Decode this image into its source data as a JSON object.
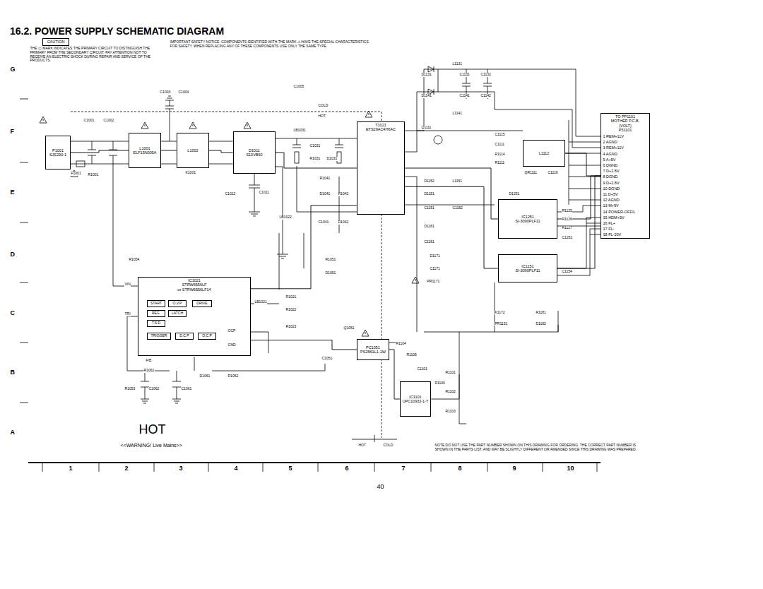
{
  "diagram": {
    "title": "16.2. POWER SUPPLY SCHEMATIC DIAGRAM",
    "nodes": [
      {
        "text": [
          "CAUTION"
        ]
      },
      {
        "text": [
          "P1001",
          "SJS290-1"
        ]
      },
      {
        "text": [
          "L1001",
          "ELF15N005A"
        ]
      },
      {
        "text": [
          "L1002"
        ]
      },
      {
        "text": [
          "D1011",
          "S10VB60"
        ]
      },
      {
        "text": [
          "T1021",
          "ETS29AC4H6AC"
        ]
      },
      {
        "text": [
          "IC1021",
          "STRW6556LF",
          "or STRW6556LF14"
        ]
      },
      {
        "text": [
          "START"
        ],
        "in": 6
      },
      {
        "text": [
          "O.V.P"
        ],
        "in": 6
      },
      {
        "text": [
          "REG."
        ],
        "in": 6
      },
      {
        "text": [
          "LATCH"
        ],
        "in": 6
      },
      {
        "text": [
          "T.S.D"
        ],
        "in": 6
      },
      {
        "text": [
          "DRIVE"
        ],
        "in": 6
      },
      {
        "text": [
          "TRIGGER"
        ],
        "in": 6
      },
      {
        "text": [
          "D.C.P"
        ],
        "in": 6
      },
      {
        "text": [
          "O.C.P"
        ],
        "in": 6
      },
      {
        "text": [
          "PC1051",
          "PS2561L1-1W"
        ]
      },
      {
        "text": [
          "IC1101",
          "UPC1093J-1-T"
        ]
      },
      {
        "text": [
          "L1112"
        ]
      },
      {
        "text": [
          "IC1251",
          "SI-3090PLF11"
        ]
      },
      {
        "text": [
          "IC1151",
          "SI-3090PLF11"
        ]
      },
      {
        "text": [
          "TO PP1101",
          "MOTHER P.C.B.",
          "(VOLT)",
          "P51101"
        ]
      }
    ],
    "edges": [
      {
        "from": 1,
        "to": 2,
        "arrow": "none"
      },
      {
        "from": 2,
        "to": 3,
        "arrow": "none"
      },
      {
        "from": 3,
        "to": 4,
        "arrow": "none"
      },
      {
        "from": 4,
        "to": 5,
        "arrow": "none"
      },
      {
        "from": 6,
        "to": 5,
        "arrow": "none"
      },
      {
        "from": 16,
        "to": 6,
        "arrow": "none"
      },
      {
        "from": 17,
        "to": 16,
        "arrow": "none"
      },
      {
        "from": 5,
        "to": 19,
        "arrow": "none"
      },
      {
        "from": 5,
        "to": 20,
        "arrow": "none"
      },
      {
        "from": 18,
        "to": 21,
        "arrow": "none"
      },
      {
        "from": 19,
        "to": 21,
        "arrow": "none"
      },
      {
        "from": 20,
        "to": 21,
        "arrow": "none"
      }
    ],
    "labels": [
      "THE ▭ MARK INDICATES THE PRIMARY CIRCUIT TO DISTINGUISH THE PRIMARY FROM THE SECONDARY CIRCUIT. PAY ATTENTION NOT TO RECEIVE AN ELECTRIC SHOCK DURING REPAIR AND SERVICE OF THE PRODUCTS.",
      "IMPORTANT SAFETY NOTICE: COMPONENTS IDENTIFIED WITH THE MARK ⚠ HAVE THE SPECIAL CHARACTERISTICS FOR SAFETY. WHEN REPLACING ANY OF THESE COMPONENTS USE ONLY THE SAME TYPE.",
      "G",
      "F",
      "E",
      "D",
      "C",
      "B",
      "A",
      "1",
      "2",
      "3",
      "4",
      "5",
      "6",
      "7",
      "8",
      "9",
      "10",
      "40",
      "HOT",
      "<<WARNING! Live Mains>>",
      "HOT",
      "COLD",
      "HOT",
      "COLD",
      "NOTE:DO NOT USE THE PART NUMBER SHOWN ON THIS DRAWING FOR ORDERING. THE CORRECT PART NUMBER IS SHOWN IN THE PARTS LIST, AND MAY BE SLIGHTLY DIFFERENT OR AMENDED SINCE THIS DRAWING WAS PREPARED.",
      "F1001",
      "C1001",
      "C1002",
      "R1001",
      "C1003",
      "C1004",
      "K1001",
      "C1005",
      "C1011",
      "C1012",
      "LB1031",
      "C1031",
      "R1031",
      "D1031",
      "R1041",
      "D1041",
      "R1042",
      "C1041",
      "D1042",
      "LB1022",
      "R1054",
      "R1051",
      "D1051",
      "VIN",
      "TRI",
      "LB1021",
      "R1021",
      "R1022",
      "R1023",
      "OCP",
      "GND",
      "F/B",
      "Q1051",
      "C1051",
      "R1062",
      "D1061",
      "R1052",
      "R1053",
      "C1062",
      "C1061",
      "L1131",
      "D1131",
      "C1131",
      "C1132",
      "D1141",
      "C1141",
      "C1142",
      "L1141",
      "Q1111",
      "C1115",
      "C1111",
      "R1114",
      "R1111",
      "QR1111",
      "C1116",
      "D1152",
      "L1151",
      "D1151",
      "C1151",
      "C1152",
      "D1251",
      "R1125",
      "R1126",
      "R1127",
      "C1251",
      "D1161",
      "C1161",
      "D1171",
      "C1171",
      "PR1171",
      "C1154",
      "K1172",
      "R1181",
      "PR1151",
      "D1182",
      "R1104",
      "R1105",
      "C1101",
      "R1101",
      "R1100",
      "R1102",
      "R1103",
      "1 REM+11V",
      "2 AGND",
      "3 REM+11V",
      "4 AGND",
      "5 A+5V",
      "6 DGND",
      "7 D+2.8V",
      "8 DGND",
      "9 D+2.8V",
      "10 DGND",
      "11 D+5V",
      "12 AGND",
      "13 M+9V",
      "14 POWER-OFF/L",
      "15 HDM+5V",
      "16 FL+",
      "17 FL-",
      "18 FL-20V"
    ]
  }
}
